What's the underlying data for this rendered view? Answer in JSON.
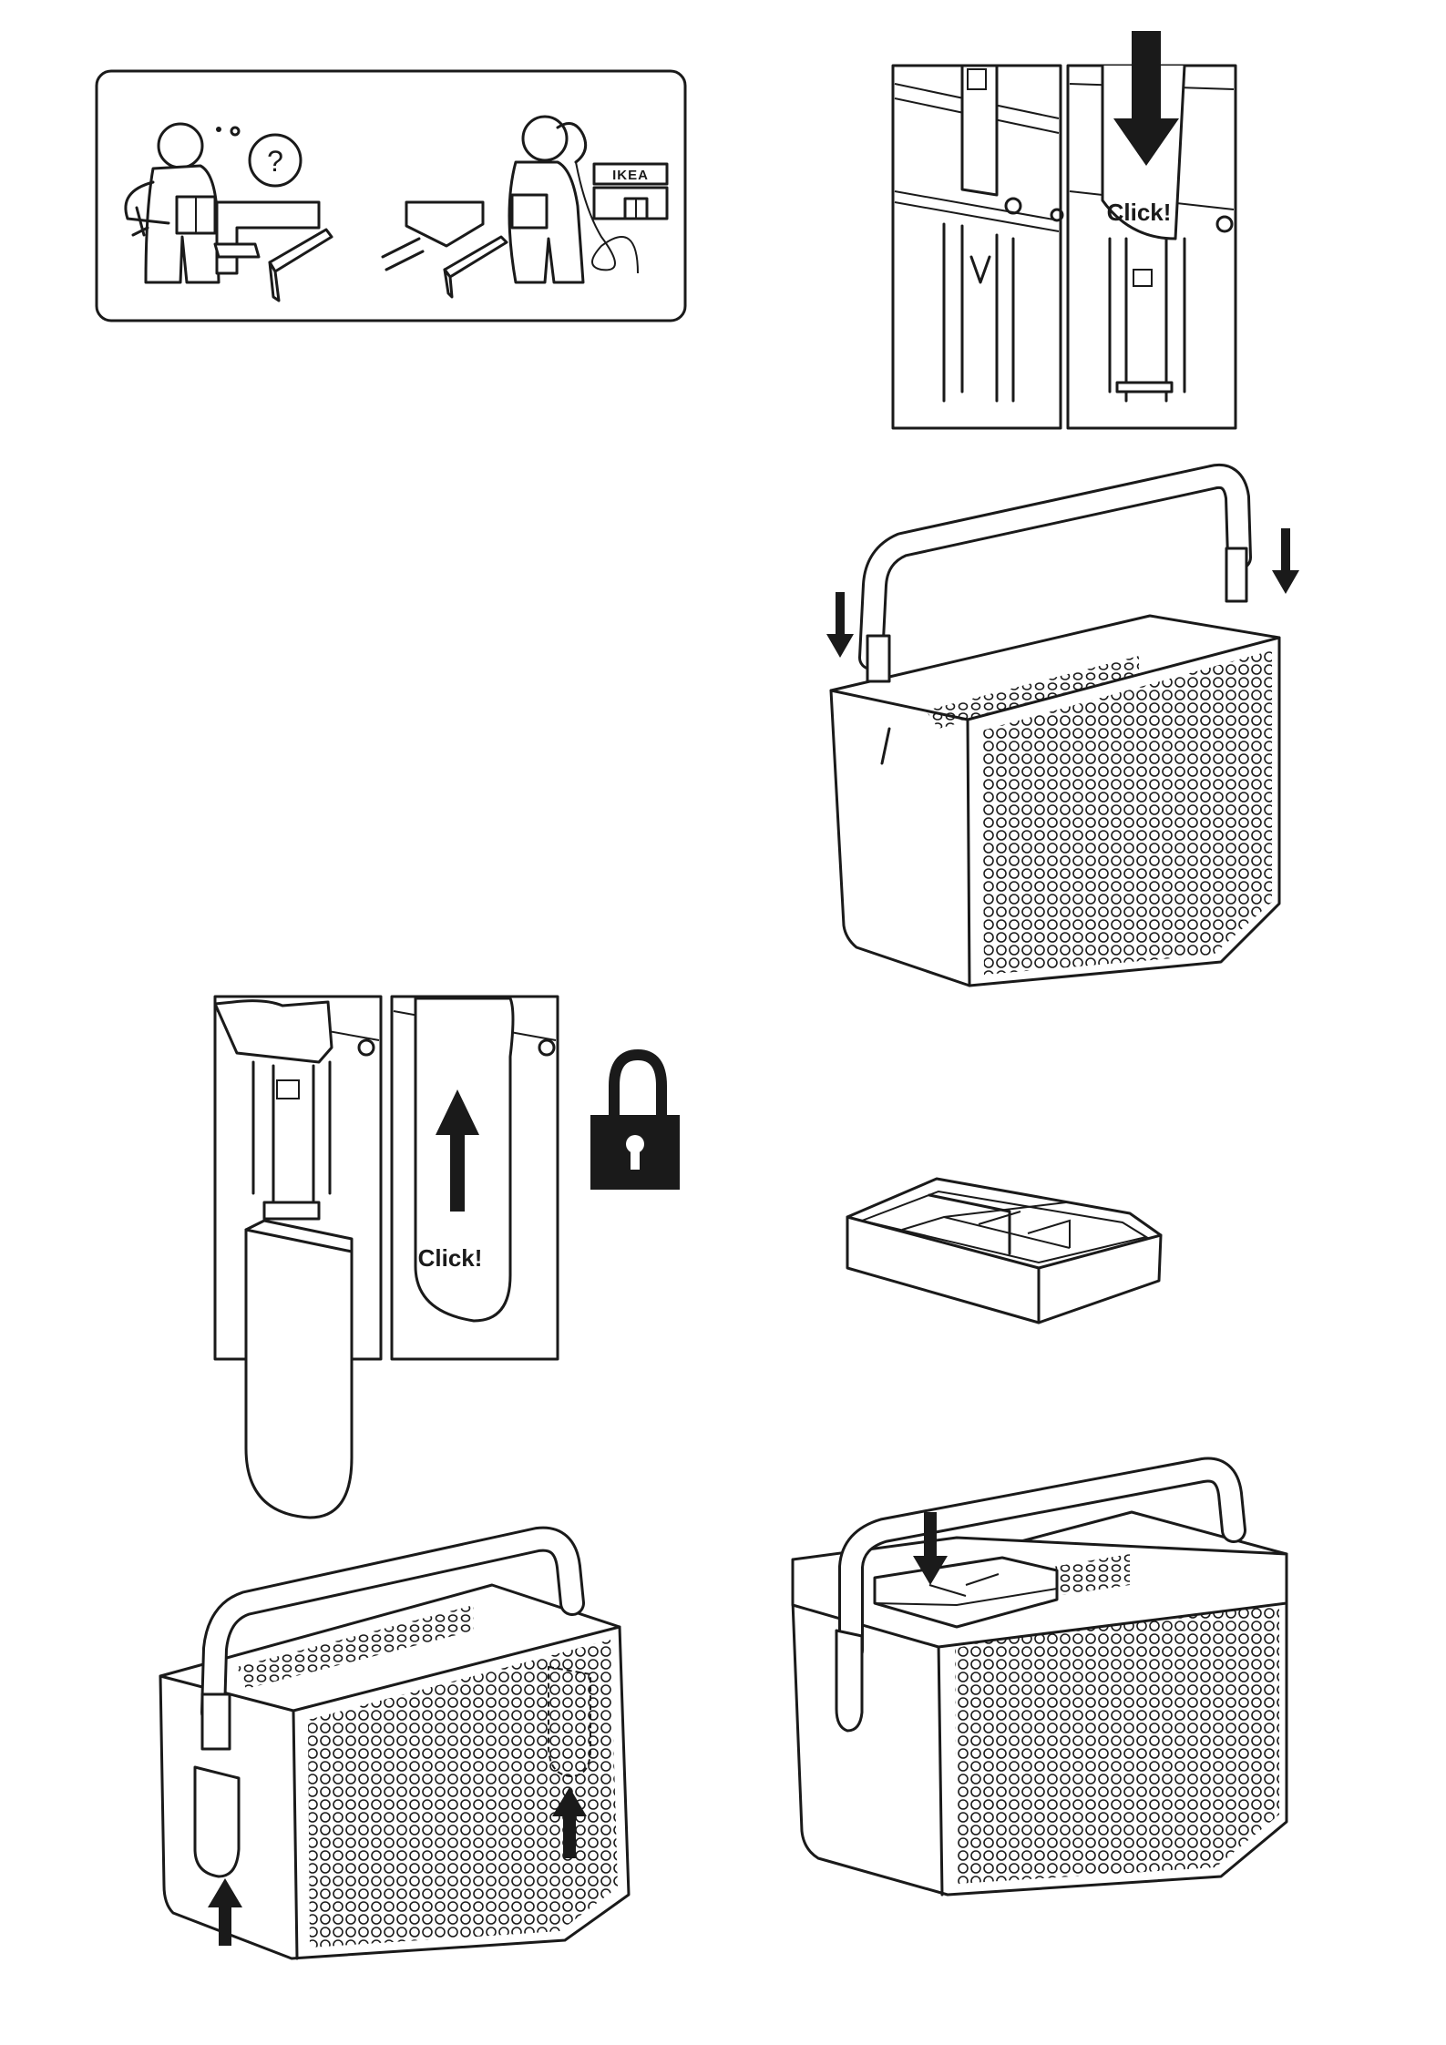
{
  "labels": {
    "click_step_1": "Click!",
    "click_step_3": "Click!",
    "help_sign": "IKEA",
    "question_mark": "?"
  },
  "icons": {
    "help": "help-panel-icon",
    "lock": "lock-icon",
    "arrow": "arrow-icon"
  },
  "colors": {
    "ink": "#1a1a1a",
    "paper": "#ffffff"
  }
}
